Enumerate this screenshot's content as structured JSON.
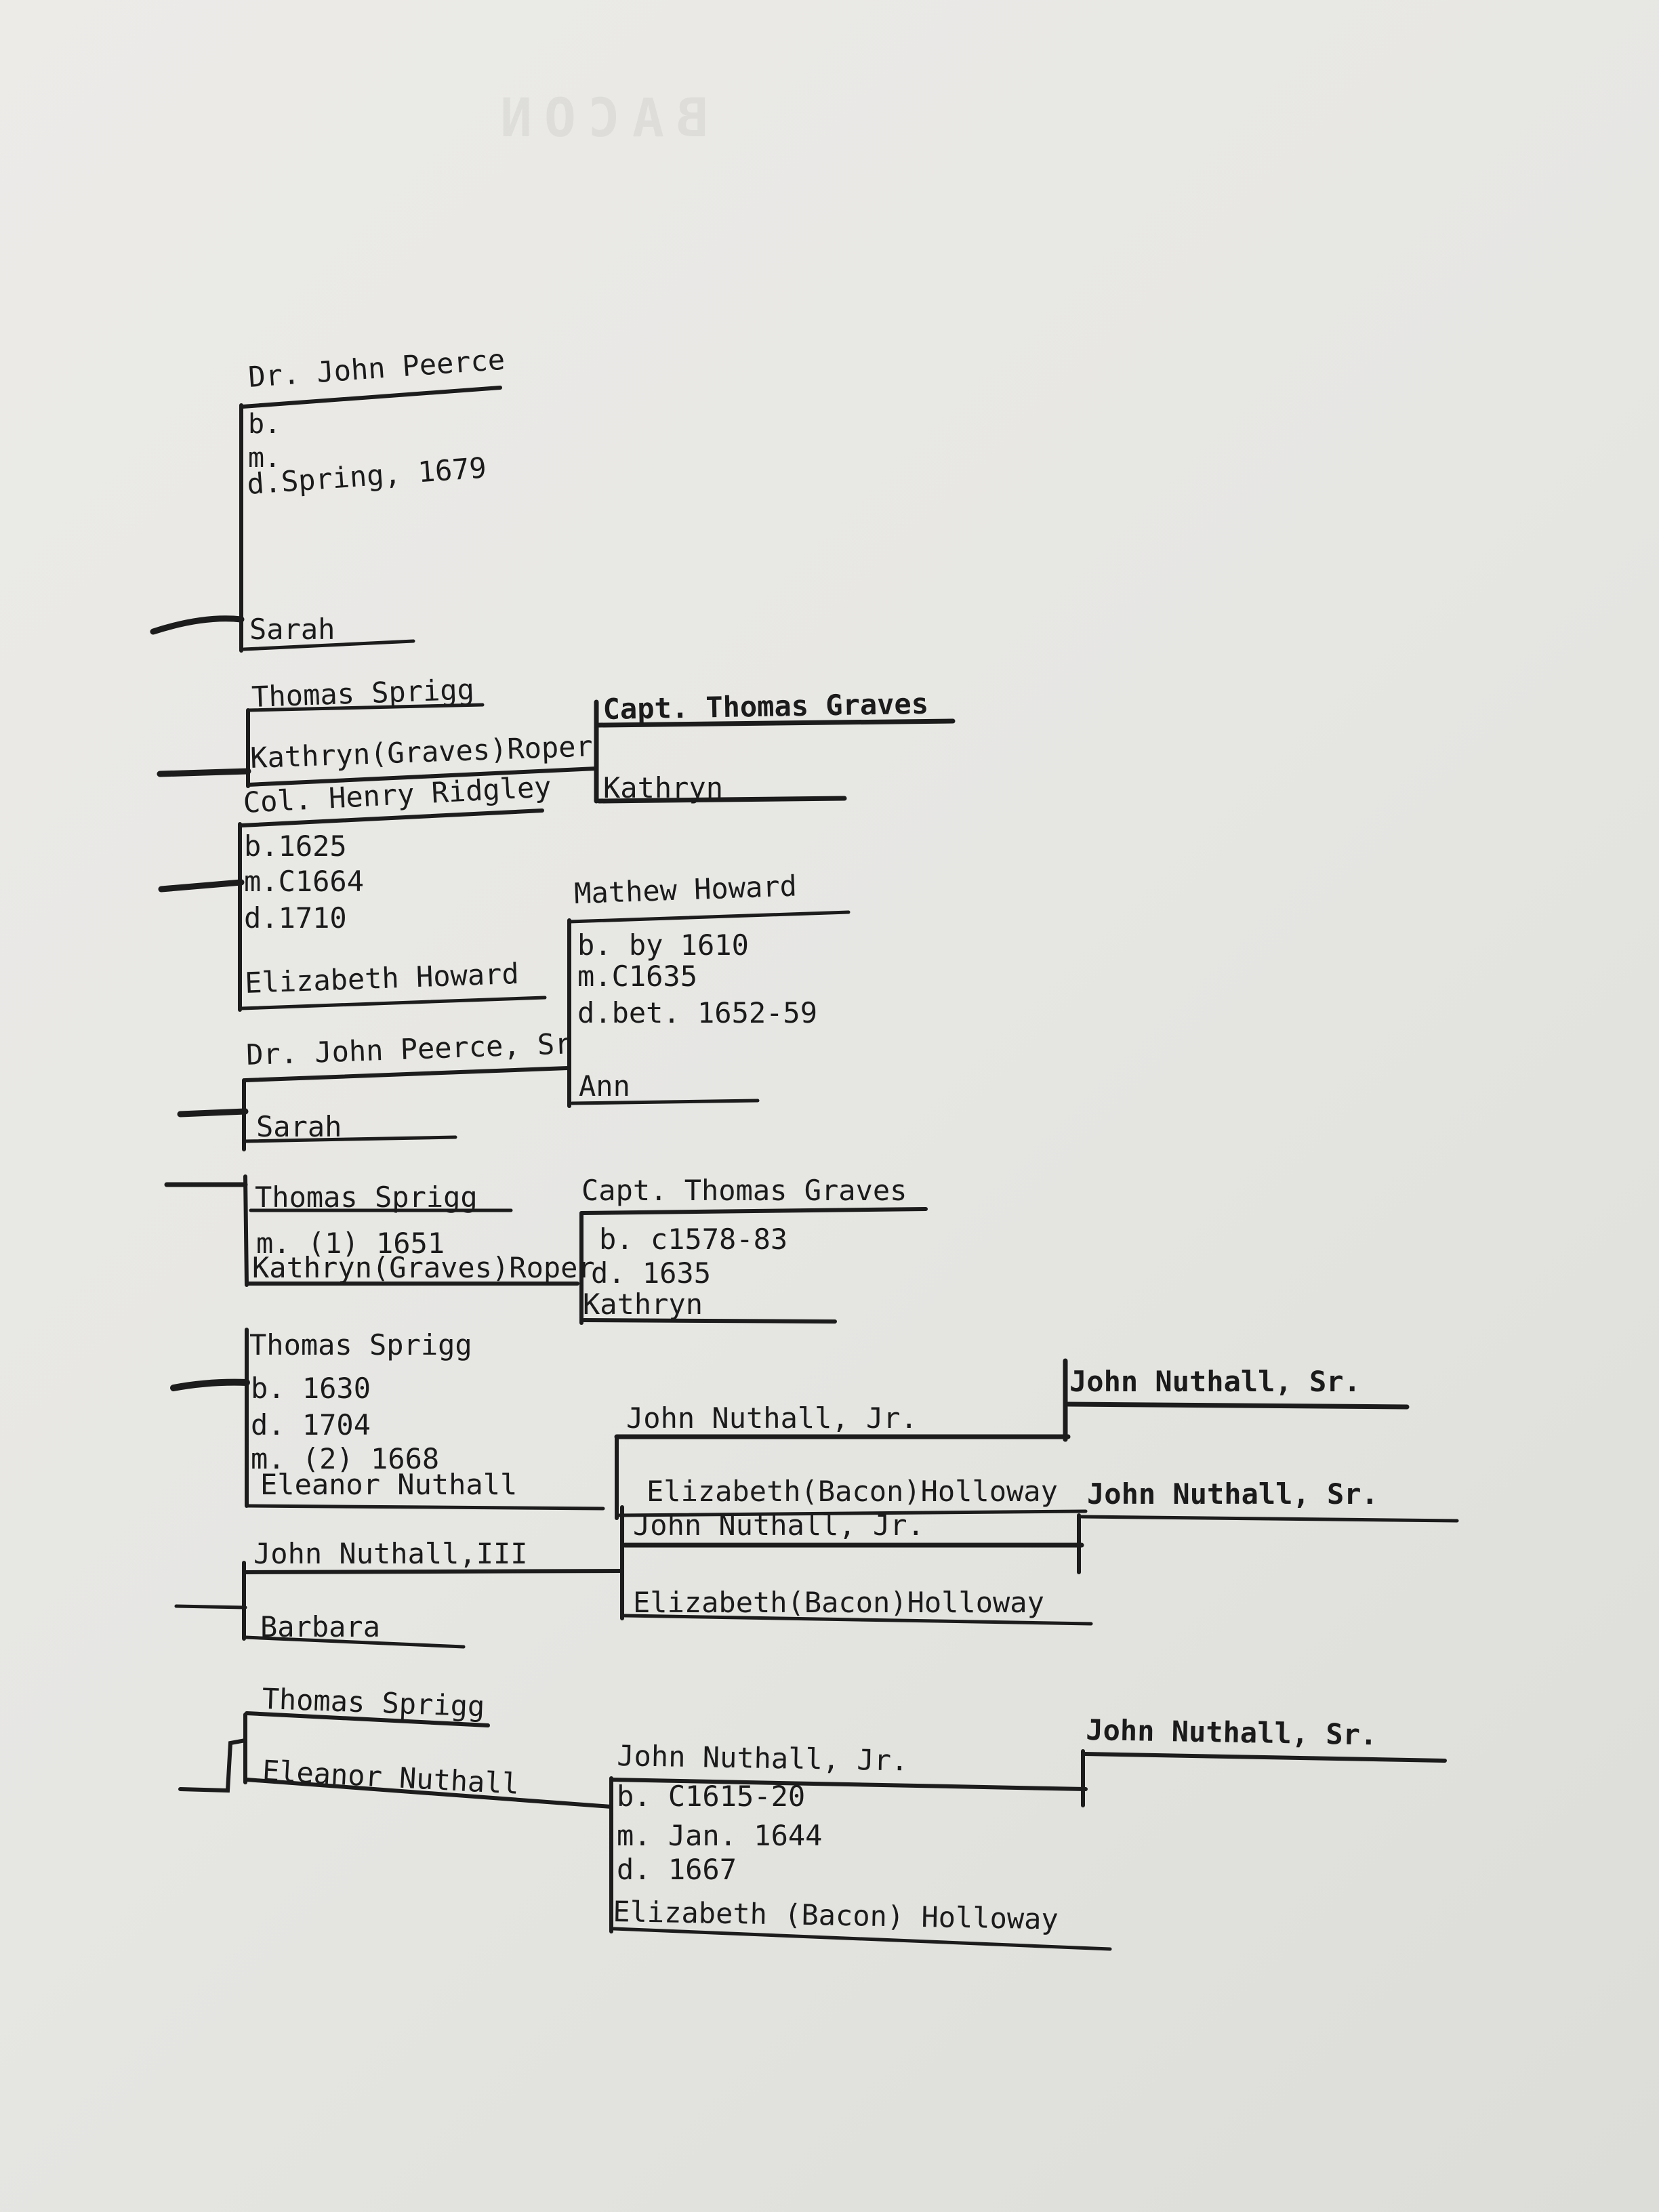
{
  "header": {
    "faint_title": "BACON"
  },
  "group1": {
    "father": "Dr. John Peerce",
    "born": "b.",
    "married": "m.",
    "died": "d.Spring, 1679",
    "mother": "Sarah"
  },
  "group2": {
    "father": "Thomas Sprigg",
    "mother": "Kathryn(Graves)Roper",
    "mother_father": "Capt. Thomas Graves",
    "mother_mother": "Kathryn"
  },
  "group3": {
    "father": "Col. Henry Ridgley",
    "born": "b.1625",
    "married": "m.C1664",
    "died": "d.1710",
    "mother": "Elizabeth Howard",
    "mother_father": "Mathew Howard",
    "mother_father_born": "b. by 1610",
    "mother_father_married": "m.C1635",
    "mother_father_died": "d.bet. 1652-59",
    "mother_mother": "Ann"
  },
  "group4": {
    "father": "Dr. John Peerce, Sr",
    "mother": "Sarah"
  },
  "group5": {
    "father": "Thomas Sprigg",
    "married": "m. (1) 1651",
    "mother": "Kathryn(Graves)Roper",
    "mother_father": "Capt. Thomas Graves",
    "mother_father_born": "b. c1578-83",
    "mother_father_died": "d. 1635",
    "mother_mother": "Kathryn"
  },
  "group6": {
    "father": "Thomas Sprigg",
    "born": "b. 1630",
    "died": "d. 1704",
    "married": "m. (2) 1668",
    "mother": "Eleanor Nuthall",
    "mother_father": "John Nuthall, Jr.",
    "mother_father_father": "John Nuthall, Sr.",
    "mother_mother": "Elizabeth(Bacon)Holloway"
  },
  "group7": {
    "father": "John Nuthall,III",
    "mother": "Barbara",
    "father_father": "John Nuthall, Jr.",
    "father_father_father": "John Nuthall, Sr.",
    "father_mother": "Elizabeth(Bacon)Holloway"
  },
  "group8": {
    "father": "Thomas Sprigg",
    "mother": "Eleanor Nuthall",
    "mother_father": "John Nuthall, Jr.",
    "mother_father_born": "b. C1615-20",
    "mother_father_married": "m. Jan. 1644",
    "mother_father_died": "d. 1667",
    "mother_mother": "Elizabeth (Bacon) Holloway",
    "mother_father_father": "John Nuthall, Sr."
  }
}
